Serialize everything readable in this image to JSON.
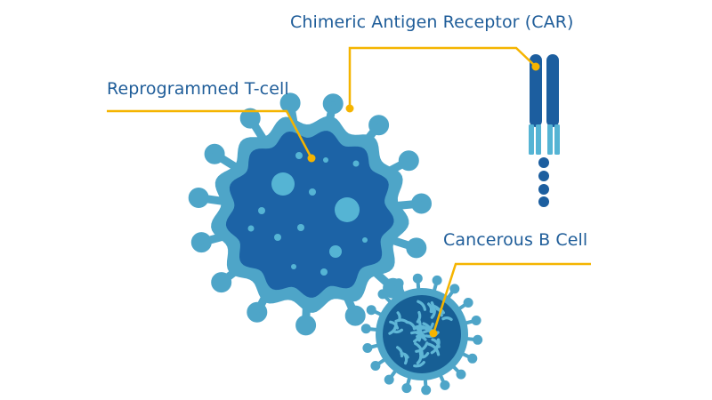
{
  "labels": {
    "car": "Chimeric Antigen Receptor (CAR)",
    "t_cell": "Reprogrammed T-cell",
    "b_cell": "Cancerous B Cell"
  },
  "colors": {
    "label_text": "#1f5d99",
    "leader_line": "#f5b400",
    "t_cell_outer": "#4ea5c8",
    "t_cell_inner": "#1c63a6",
    "t_cell_spots": "#55b4d4",
    "b_cell_outer": "#4ea5c8",
    "b_cell_inner": "#175f95",
    "b_cell_squiggles": "#5fb6d6",
    "car_dark": "#1c5e9f",
    "car_light": "#55b4d4"
  }
}
